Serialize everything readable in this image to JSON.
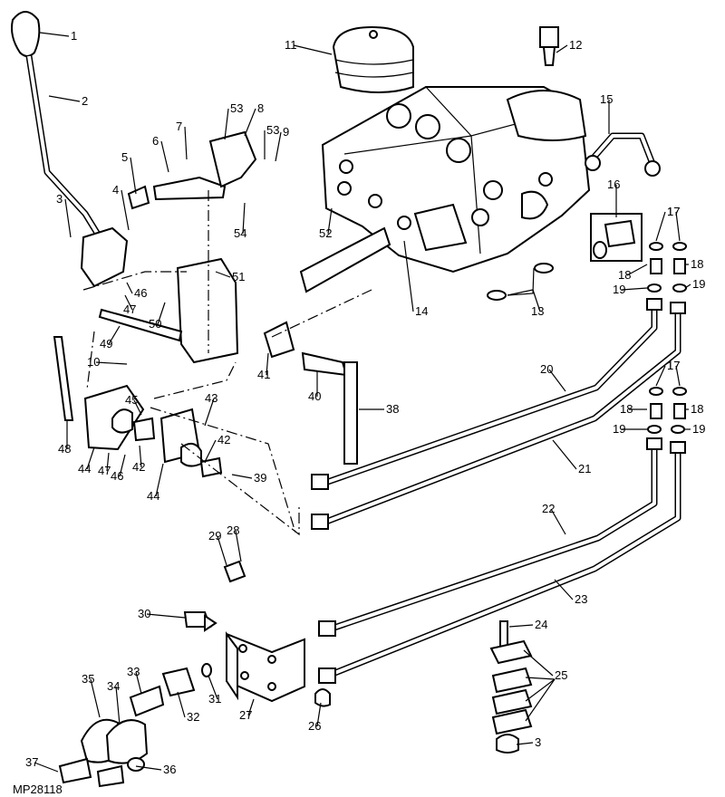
{
  "diagram": {
    "reference_code": "MP28118",
    "callouts": [
      "1",
      "2",
      "3",
      "4",
      "5",
      "6",
      "7",
      "8",
      "53",
      "53",
      "9",
      "54",
      "11",
      "12",
      "15",
      "16",
      "17",
      "17",
      "18",
      "18",
      "19",
      "19",
      "52",
      "14",
      "13",
      "51",
      "46",
      "47",
      "50",
      "49",
      "10",
      "41",
      "40",
      "38",
      "20",
      "21",
      "43",
      "45",
      "48",
      "44",
      "47",
      "46",
      "42",
      "42",
      "44",
      "39",
      "17",
      "17",
      "18",
      "18",
      "19",
      "19",
      "22",
      "23",
      "29",
      "28",
      "30",
      "24",
      "25",
      "31",
      "27",
      "26",
      "33",
      "32",
      "35",
      "34",
      "37",
      "36",
      "3"
    ]
  }
}
